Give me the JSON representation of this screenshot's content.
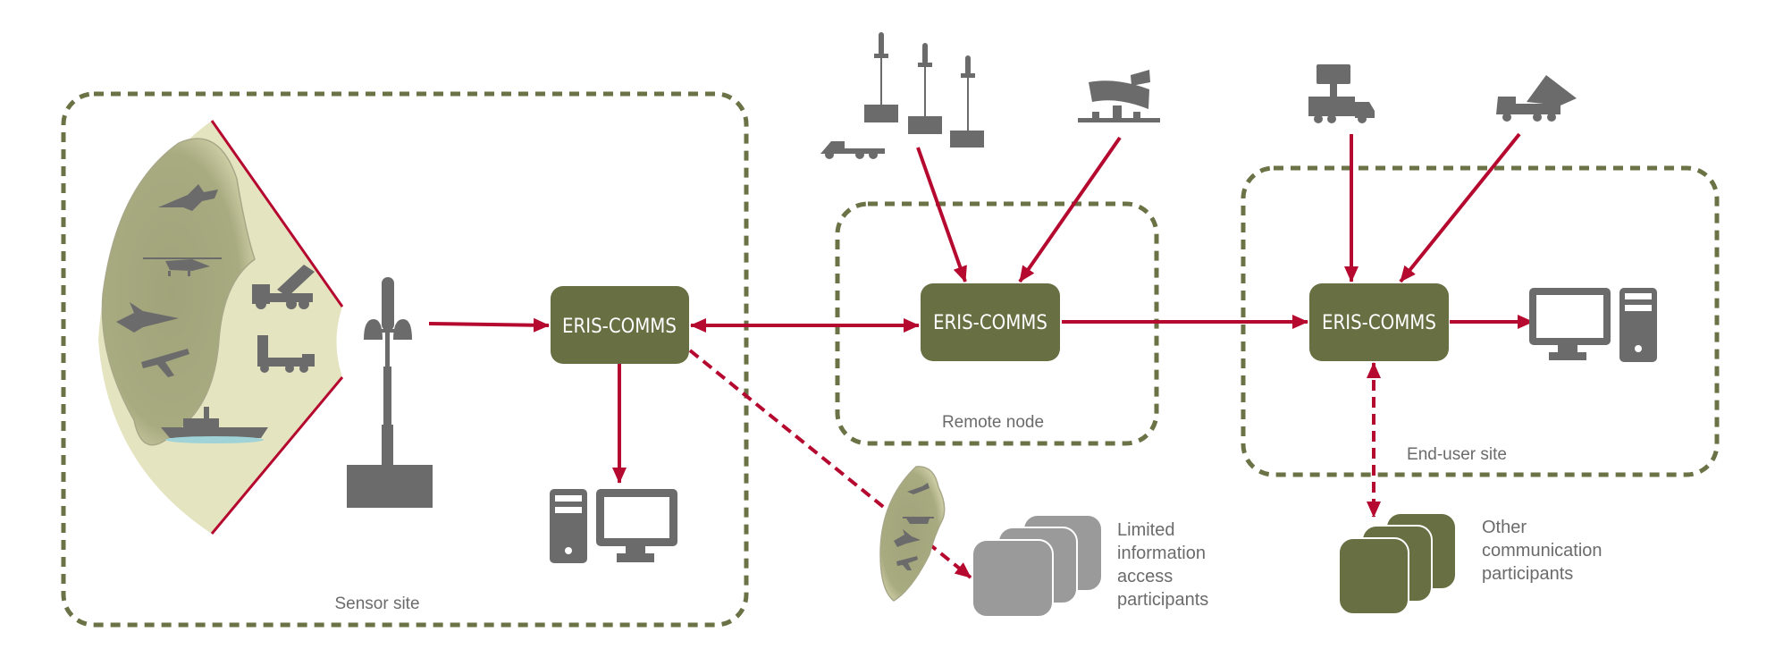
{
  "colors": {
    "olive": "#686f42",
    "olive_dash": "#6b7245",
    "arrow": "#b5092f",
    "icon_gray": "#6b6b6b",
    "light_gray": "#9a9a9a",
    "coverage_fill": "#e5e4c1",
    "cloud_fill": "#a3a57c",
    "text_gray": "#6b6b6b"
  },
  "nodes": {
    "eris_sensor": {
      "label": "ERIS-COMMS"
    },
    "eris_remote": {
      "label": "ERIS-COMMS"
    },
    "eris_enduser": {
      "label": "ERIS-COMMS"
    }
  },
  "sites": {
    "sensor": {
      "label": "Sensor site"
    },
    "remote": {
      "label": "Remote node"
    },
    "enduser": {
      "label": "End-user site"
    }
  },
  "participants": {
    "limited": {
      "lines": [
        "Limited",
        "information",
        "access",
        "participants"
      ]
    },
    "other": {
      "lines": [
        "Other",
        "communication",
        "participants"
      ]
    }
  },
  "icons": {
    "sensor_targets": [
      "fighter-jet-icon",
      "helicopter-icon",
      "eurofighter-icon",
      "drone-icon",
      "warship-icon",
      "rocket-launcher-truck-icon",
      "radar-truck-icon"
    ],
    "remote_inputs": [
      "mobile-mast-truck-icon",
      "antenna-mast-icon",
      "antenna-mast-icon",
      "antenna-mast-icon",
      "phased-array-radar-icon"
    ],
    "enduser_inputs": [
      "radar-truck-icon",
      "rocket-launcher-truck-icon"
    ],
    "workstations": [
      "workstation-icon",
      "workstation-icon"
    ]
  }
}
